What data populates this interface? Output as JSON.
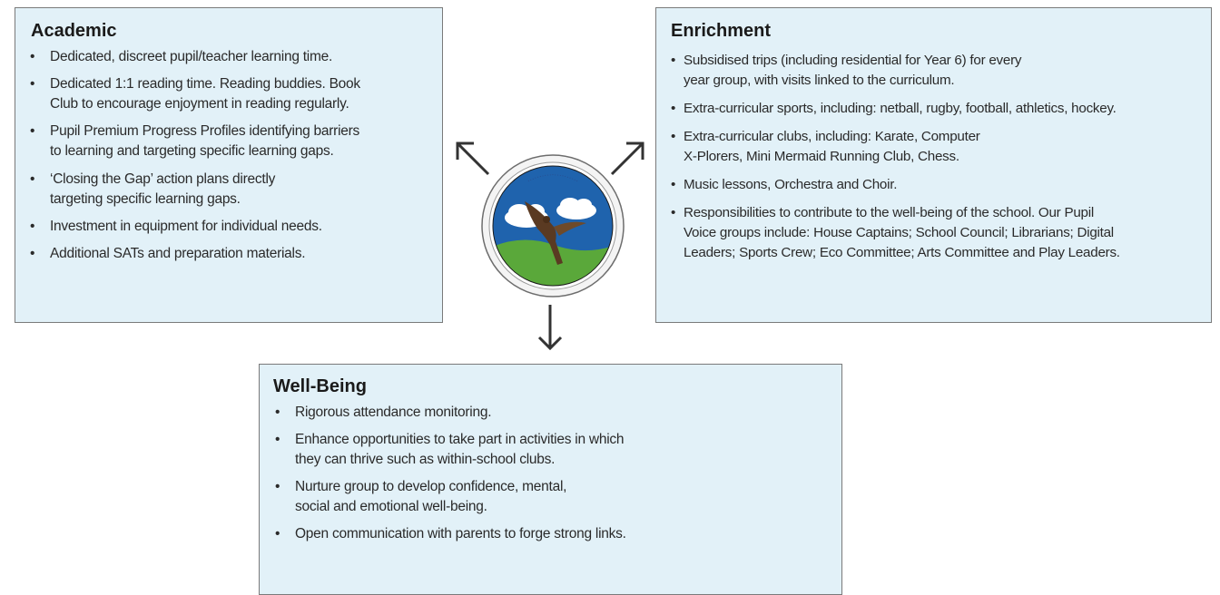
{
  "academic": {
    "title": "Academic",
    "items": [
      "Dedicated, discreet pupil/teacher learning time.",
      "Dedicated 1:1 reading time. Reading buddies. Book\nClub to encourage enjoyment in reading regularly.",
      "Pupil Premium Progress Profiles identifying barriers\nto learning and targeting specific learning gaps.",
      "‘Closing the Gap’ action plans directly\ntargeting specific learning gaps.",
      "Investment in equipment for individual needs.",
      "Additional SATs and preparation materials."
    ]
  },
  "enrichment": {
    "title": "Enrichment",
    "items": [
      "Subsidised trips (including residential for Year 6) for every\nyear group, with visits linked to the curriculum.",
      "Extra-curricular sports, including: netball, rugby, football, athletics, hockey.",
      "Extra-curricular clubs, including: Karate, Computer\nX-Plorers, Mini Mermaid Running Club, Chess.",
      "Music lessons, Orchestra and Choir.",
      "Responsibilities to contribute to the well-being of the school. Our Pupil\nVoice groups include: House Captains; School Council; Librarians; Digital\nLeaders; Sports Crew; Eco Committee; Arts Committee and Play Leaders."
    ]
  },
  "wellbeing": {
    "title": "Well-Being",
    "items": [
      "Rigorous attendance monitoring.",
      "Enhance opportunities to take part in activities in which\nthey can thrive such as within-school clubs.",
      "Nurture group to develop confidence, mental,\nsocial and emotional well-being.",
      "Open communication with parents to forge strong links."
    ]
  },
  "logo": {
    "icon": "school-badge-bird-icon",
    "colors": {
      "sky": "#1f63ad",
      "hill": "#5aa83a",
      "cloud": "#ffffff",
      "bird": "#5a3a22"
    }
  },
  "arrows": {
    "color": "#333333"
  }
}
